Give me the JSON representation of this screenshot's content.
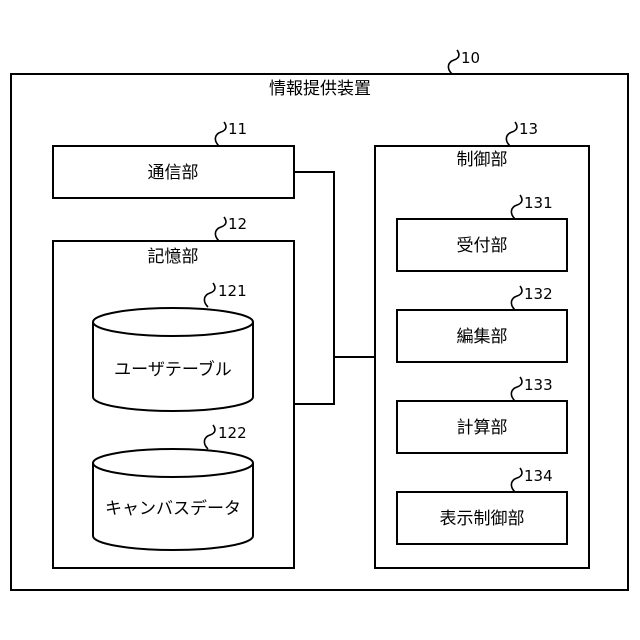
{
  "device": {
    "ref": "10",
    "label": "情報提供装置"
  },
  "comm": {
    "ref": "11",
    "label": "通信部"
  },
  "storage": {
    "ref": "12",
    "label": "記憶部",
    "user_table": {
      "ref": "121",
      "label": "ユーザテーブル"
    },
    "canvas_data": {
      "ref": "122",
      "label": "キャンバスデータ"
    }
  },
  "control": {
    "ref": "13",
    "label": "制御部",
    "receive": {
      "ref": "131",
      "label": "受付部"
    },
    "edit": {
      "ref": "132",
      "label": "編集部"
    },
    "calc": {
      "ref": "133",
      "label": "計算部"
    },
    "display": {
      "ref": "134",
      "label": "表示制御部"
    }
  }
}
